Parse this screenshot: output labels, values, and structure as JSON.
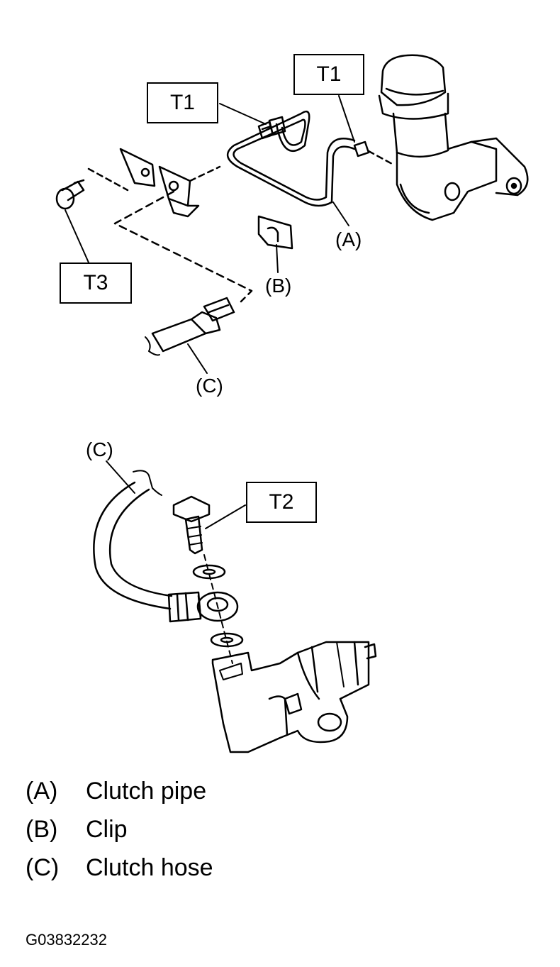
{
  "torque_labels": {
    "t1_pipe_end": "T1",
    "t1_master_end": "T1",
    "t3": "T3",
    "t2": "T2"
  },
  "callouts": {
    "a": "(A)",
    "b": "(B)",
    "c_top": "(C)",
    "c_bottom": "(C)"
  },
  "legend": [
    {
      "key": "(A)",
      "text": "Clutch pipe"
    },
    {
      "key": "(B)",
      "text": "Clip"
    },
    {
      "key": "(C)",
      "text": "Clutch hose"
    }
  ],
  "figure_code": "G03832232"
}
